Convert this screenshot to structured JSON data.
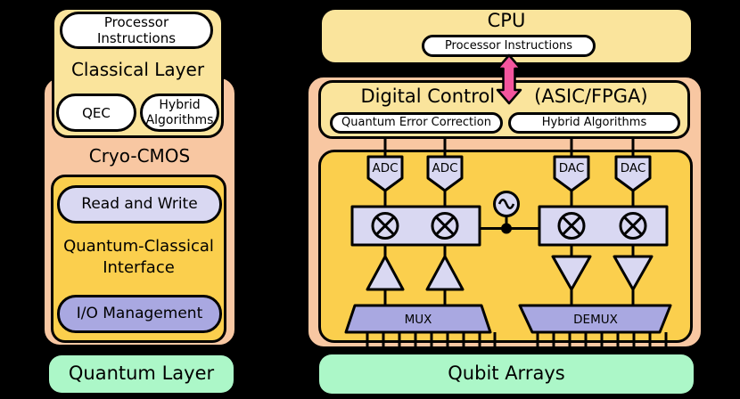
{
  "colors": {
    "background": "#000000",
    "cream_layer": "#FAE49C",
    "peach_cryo": "#F8C7A2",
    "gold_interface": "#FBCF4D",
    "lavender_block": "#D9D8F2",
    "purple_block": "#A9A8E1",
    "green_layer": "#ACF7C8",
    "arrow_pink": "#F4559D",
    "outline": "#000000"
  },
  "icons": {
    "oscillator": "sine-wave-oscillator-icon",
    "mixer": "multiplier-mixer-icon",
    "amplifier_up": "amplifier-up-triangle-icon",
    "amplifier_down": "amplifier-down-triangle-icon",
    "cpu_link_arrow": "bidirectional-arrow-icon"
  },
  "left_panel": {
    "processor_instructions": {
      "line1": "Processor",
      "line2": "Instructions"
    },
    "classical_layer_title": "Classical Layer",
    "qec_label": "QEC",
    "hybrid_algorithms": {
      "line1": "Hybrid",
      "line2": "Algorithms"
    },
    "cryo_cmos_title": "Cryo-CMOS",
    "read_and_write_label": "Read and Write",
    "interface_title": {
      "line1": "Quantum-Classical",
      "line2": "Interface"
    },
    "io_management_label": "I/O Management",
    "quantum_layer_label": "Quantum Layer"
  },
  "right_panel": {
    "cpu_title": "CPU",
    "processor_instructions_label": "Processor Instructions",
    "digital_control_title": "Digital Control",
    "asic_fpga_title": "(ASIC/FPGA)",
    "quantum_error_correction_label": "Quantum Error Correction",
    "hybrid_algorithms_label": "Hybrid Algorithms",
    "adc_labels": [
      "ADC",
      "ADC"
    ],
    "dac_labels": [
      "DAC",
      "DAC"
    ],
    "mux_label": "MUX",
    "demux_label": "DEMUX",
    "qubit_arrays_label": "Qubit Arrays"
  }
}
